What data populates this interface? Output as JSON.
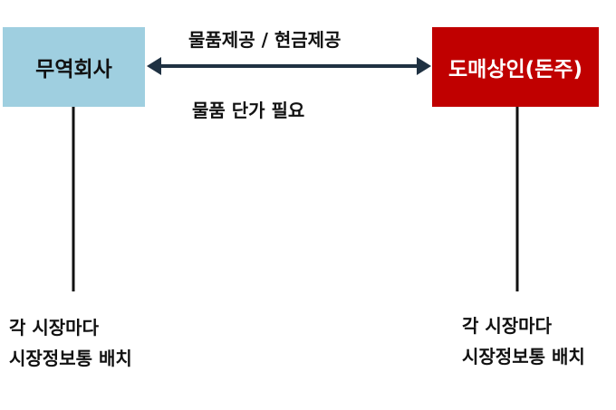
{
  "nodes": {
    "left": {
      "label": "무역회사",
      "fill": "#9fcfe0"
    },
    "right": {
      "label": "도매상인(돈주)",
      "fill": "#c00000"
    }
  },
  "arrow": {
    "top_label": "물품제공 / 현금제공",
    "bottom_label": "물품 단가 필요",
    "color": "#1f3142"
  },
  "notes": {
    "left": {
      "line1": "각 시장마다",
      "line2": "시장정보통 배치"
    },
    "right": {
      "line1": "각 시장마다",
      "line2": "시장정보통 배치"
    }
  }
}
